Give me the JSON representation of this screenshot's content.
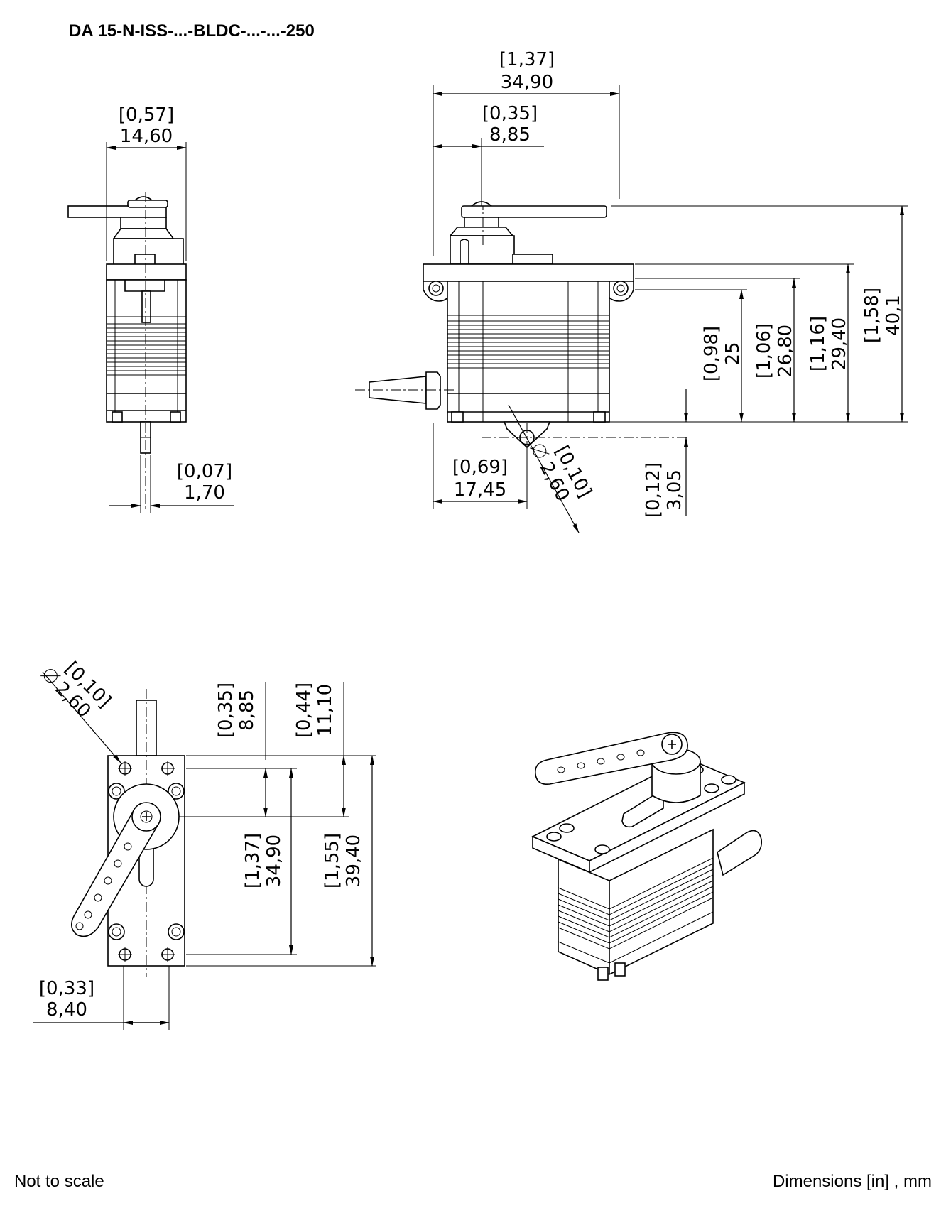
{
  "title": "DA 15-N-ISS-...-BLDC-...-...-250",
  "footer": {
    "left": "Not to scale",
    "right": "Dimensions [in] , mm"
  },
  "dimensions": {
    "front_width": {
      "in": "[0,57]",
      "mm": "14,60"
    },
    "front_offset": {
      "in": "[0,07]",
      "mm": "1,70"
    },
    "side_width": {
      "in": "[1,37]",
      "mm": "34,90"
    },
    "side_shaft": {
      "in": "[0,35]",
      "mm": "8,85"
    },
    "side_hole": {
      "in": "[0,69]",
      "mm": "17,45"
    },
    "side_hole_dia": {
      "in": "[0,10]",
      "mm": "2,60"
    },
    "side_bottom": {
      "in": "[0,12]",
      "mm": "3,05"
    },
    "side_h1": {
      "in": "[0,98]",
      "mm": "25"
    },
    "side_h2": {
      "in": "[1,06]",
      "mm": "26,80"
    },
    "side_h3": {
      "in": "[1,16]",
      "mm": "29,40"
    },
    "side_h4": {
      "in": "[1,58]",
      "mm": "40,1"
    },
    "top_hole_dia": {
      "in": "[0,10]",
      "mm": "2,60"
    },
    "top_v1": {
      "in": "[0,35]",
      "mm": "8,85"
    },
    "top_v2": {
      "in": "[0,44]",
      "mm": "11,10"
    },
    "top_v3": {
      "in": "[1,37]",
      "mm": "34,90"
    },
    "top_v4": {
      "in": "[1,55]",
      "mm": "39,40"
    },
    "top_width": {
      "in": "[0,33]",
      "mm": "8,40"
    }
  }
}
